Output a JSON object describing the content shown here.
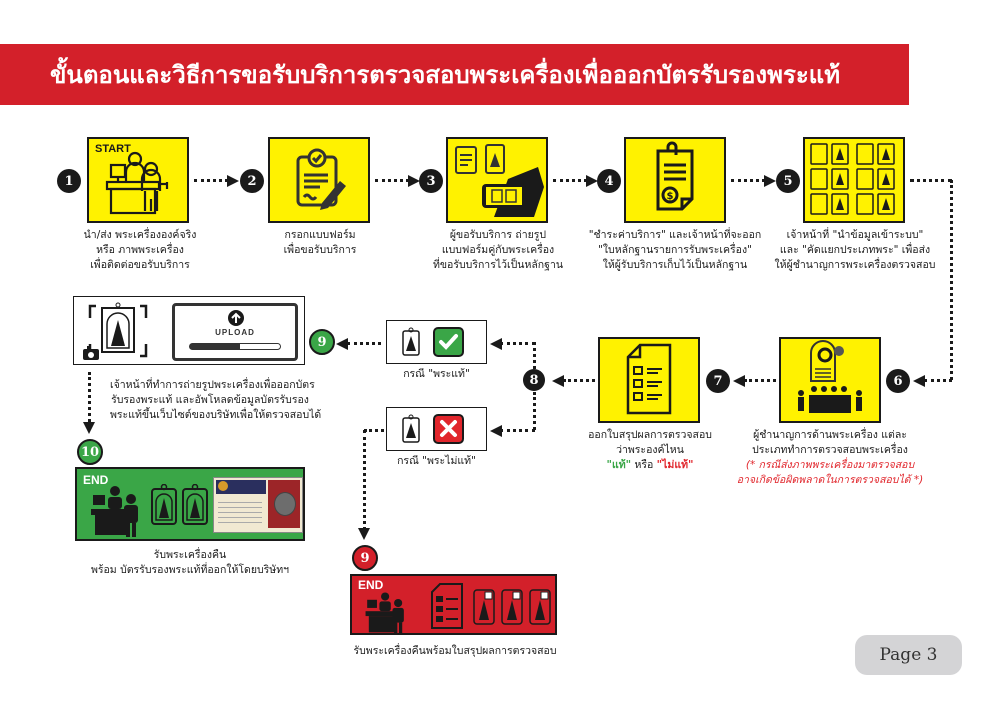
{
  "banner": {
    "title": "ขั้นตอนและวิธีการขอรับบริการตรวจสอบพระเครื่องเพื่อออกบัตรรับรองพระแท้"
  },
  "colors": {
    "banner_red": "#d3202a",
    "step_yellow": "#fff200",
    "genuine_green": "#3aa647",
    "fake_red": "#e1262c",
    "page_badge_gray": "#d4d4d6"
  },
  "steps": [
    {
      "number": "1",
      "badge_label": "START",
      "icon": "service-counter-icon",
      "caption": [
        "นำ/ส่ง พระเครื่ององค์จริง",
        "หรือ ภาพพระเครื่อง",
        "เพื่อติดต่อขอรับบริการ"
      ]
    },
    {
      "number": "2",
      "icon": "clipboard-form-icon",
      "caption": [
        "กรอกแบบฟอร์ม",
        "เพื่อขอรับบริการ"
      ]
    },
    {
      "number": "3",
      "icon": "photo-form-with-amulet-icon",
      "caption": [
        "ผู้ขอรับบริการ ถ่ายรูป",
        "แบบฟอร์มคู่กับพระเครื่อง",
        "ที่ขอรับบริการไว้เป็นหลักฐาน"
      ]
    },
    {
      "number": "4",
      "icon": "receipt-document-icon",
      "caption": [
        "\"ชำระค่าบริการ\" และเจ้าหน้าที่จะออก",
        "\"ใบหลักฐานรายการรับพระเครื่อง\"",
        "ให้ผู้รับบริการเก็บไว้เป็นหลักฐาน"
      ]
    },
    {
      "number": "5",
      "icon": "data-entry-grid-icon",
      "caption": [
        "เจ้าหน้าที่ \"นำข้อมูลเข้าระบบ\"",
        "และ \"คัดแยกประเภทพระ\" เพื่อส่ง",
        "ให้ผู้ชำนาญการพระเครื่องตรวจสอบ"
      ]
    },
    {
      "number": "6",
      "icon": "expert-panel-inspection-icon",
      "caption": [
        "ผู้ชำนาญการด้านพระเครื่อง แต่ละ",
        "ประเภททำการตรวจสอบพระเครื่อง"
      ],
      "note": [
        "(* กรณีส่งภาพพระเครื่องมาตรวจสอบ",
        "อาจเกิดข้อผิดพลาดในการตรวจสอบได้ *)"
      ]
    },
    {
      "number": "7",
      "icon": "checklist-report-icon",
      "caption": [
        "ออกใบสรุปผลการตรวจสอบ",
        "ว่าพระองค์ไหน"
      ],
      "result_genuine": "\"แท้\"",
      "result_or": "หรือ",
      "result_fake": "\"ไม่แท้\""
    },
    {
      "number": "8"
    }
  ],
  "outcomes": {
    "genuine": {
      "caption": "กรณี \"พระแท้\"",
      "icon": "check-icon"
    },
    "fake": {
      "caption": "กรณี \"พระไม่แท้\"",
      "icon": "x-icon"
    }
  },
  "genuine_path": {
    "number": "9",
    "upload_label": "UPLOAD",
    "caption": [
      "เจ้าหน้าที่ทำการถ่ายรูปพระเครื่องเพื่อออกบัตร",
      "รับรองพระแท้ และอัพโหลดข้อมูลบัตรรับรอง",
      "พระแท้ขึ้นเว็บไซต์ของบริษัทเพื่อให้ตรวจสอบได้"
    ],
    "final": {
      "number": "10",
      "badge_label": "END",
      "caption": [
        "รับพระเครื่องคืน",
        "พร้อม บัตรรับรองพระแท้ที่ออกให้โดยบริษัทฯ"
      ]
    }
  },
  "fake_path": {
    "number": "9",
    "badge_label": "END",
    "caption": "รับพระเครื่องคืนพร้อมใบสรุปผลการตรวจสอบ"
  },
  "footer": {
    "page_label": "Page 3"
  }
}
